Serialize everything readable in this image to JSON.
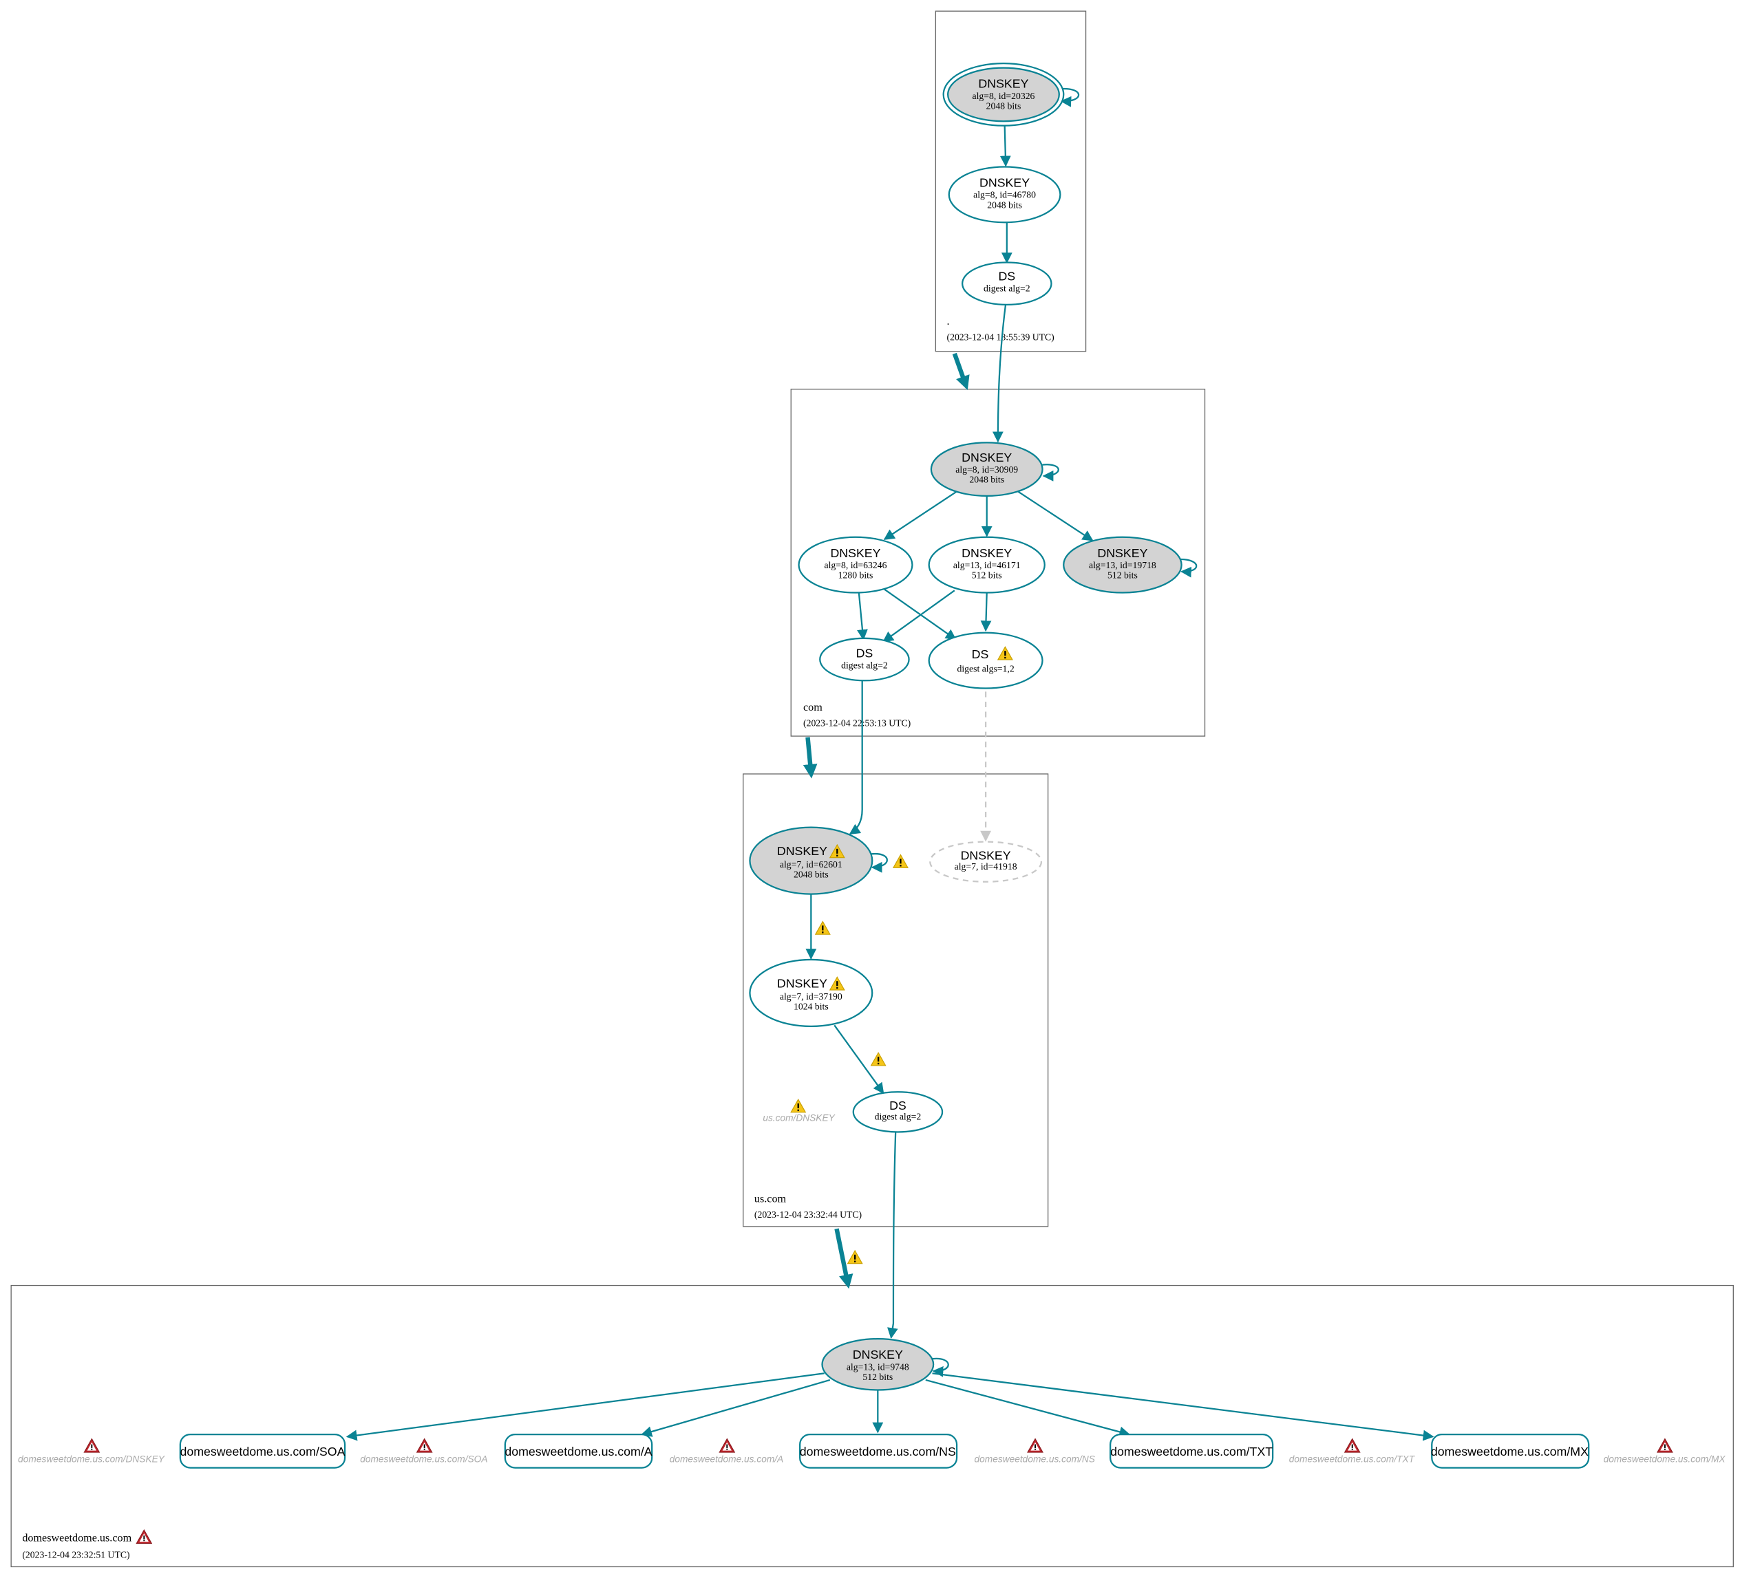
{
  "colors": {
    "edge": "#0a8394",
    "ksk_fill": "#d3d3d3",
    "warning": "#f5c518",
    "error": "#c0262d"
  },
  "zones": [
    {
      "name": ".",
      "date": "(2023-12-04 18:55:39 UTC)",
      "nodes": [
        {
          "type": "DNSKEY",
          "l2": "alg=8, id=20326",
          "l3": "2048 bits"
        },
        {
          "type": "DNSKEY",
          "l2": "alg=8, id=46780",
          "l3": "2048 bits"
        },
        {
          "type": "DS",
          "l2": "digest alg=2"
        }
      ]
    },
    {
      "name": "com",
      "date": "(2023-12-04 22:53:13 UTC)",
      "nodes": [
        {
          "type": "DNSKEY",
          "l2": "alg=8, id=30909",
          "l3": "2048 bits"
        },
        {
          "type": "DNSKEY",
          "l2": "alg=8, id=63246",
          "l3": "1280 bits"
        },
        {
          "type": "DNSKEY",
          "l2": "alg=13, id=46171",
          "l3": "512 bits"
        },
        {
          "type": "DNSKEY",
          "l2": "alg=13, id=19718",
          "l3": "512 bits"
        },
        {
          "type": "DS",
          "l2": "digest alg=2"
        },
        {
          "type": "DS",
          "l2": "digest algs=1,2"
        }
      ]
    },
    {
      "name": "us.com",
      "date": "(2023-12-04 23:32:44 UTC)",
      "nodes": [
        {
          "type": "DNSKEY",
          "l2": "alg=7, id=62601",
          "l3": "2048 bits"
        },
        {
          "type": "DNSKEY",
          "l2": "alg=7, id=41918"
        },
        {
          "type": "DNSKEY",
          "l2": "alg=7, id=37190",
          "l3": "1024 bits"
        },
        {
          "type": "DS",
          "l2": "digest alg=2"
        }
      ],
      "errors": [
        "us.com/DNSKEY"
      ]
    },
    {
      "name": "domesweetdome.us.com",
      "date": "(2023-12-04 23:32:51 UTC)",
      "nodes": [
        {
          "type": "DNSKEY",
          "l2": "alg=13, id=9748",
          "l3": "512 bits"
        }
      ],
      "rrsets": [
        "domesweetdome.us.com/SOA",
        "domesweetdome.us.com/A",
        "domesweetdome.us.com/NS",
        "domesweetdome.us.com/TXT",
        "domesweetdome.us.com/MX"
      ],
      "errors": [
        "domesweetdome.us.com/DNSKEY",
        "domesweetdome.us.com/SOA",
        "domesweetdome.us.com/A",
        "domesweetdome.us.com/NS",
        "domesweetdome.us.com/TXT",
        "domesweetdome.us.com/MX"
      ]
    }
  ]
}
